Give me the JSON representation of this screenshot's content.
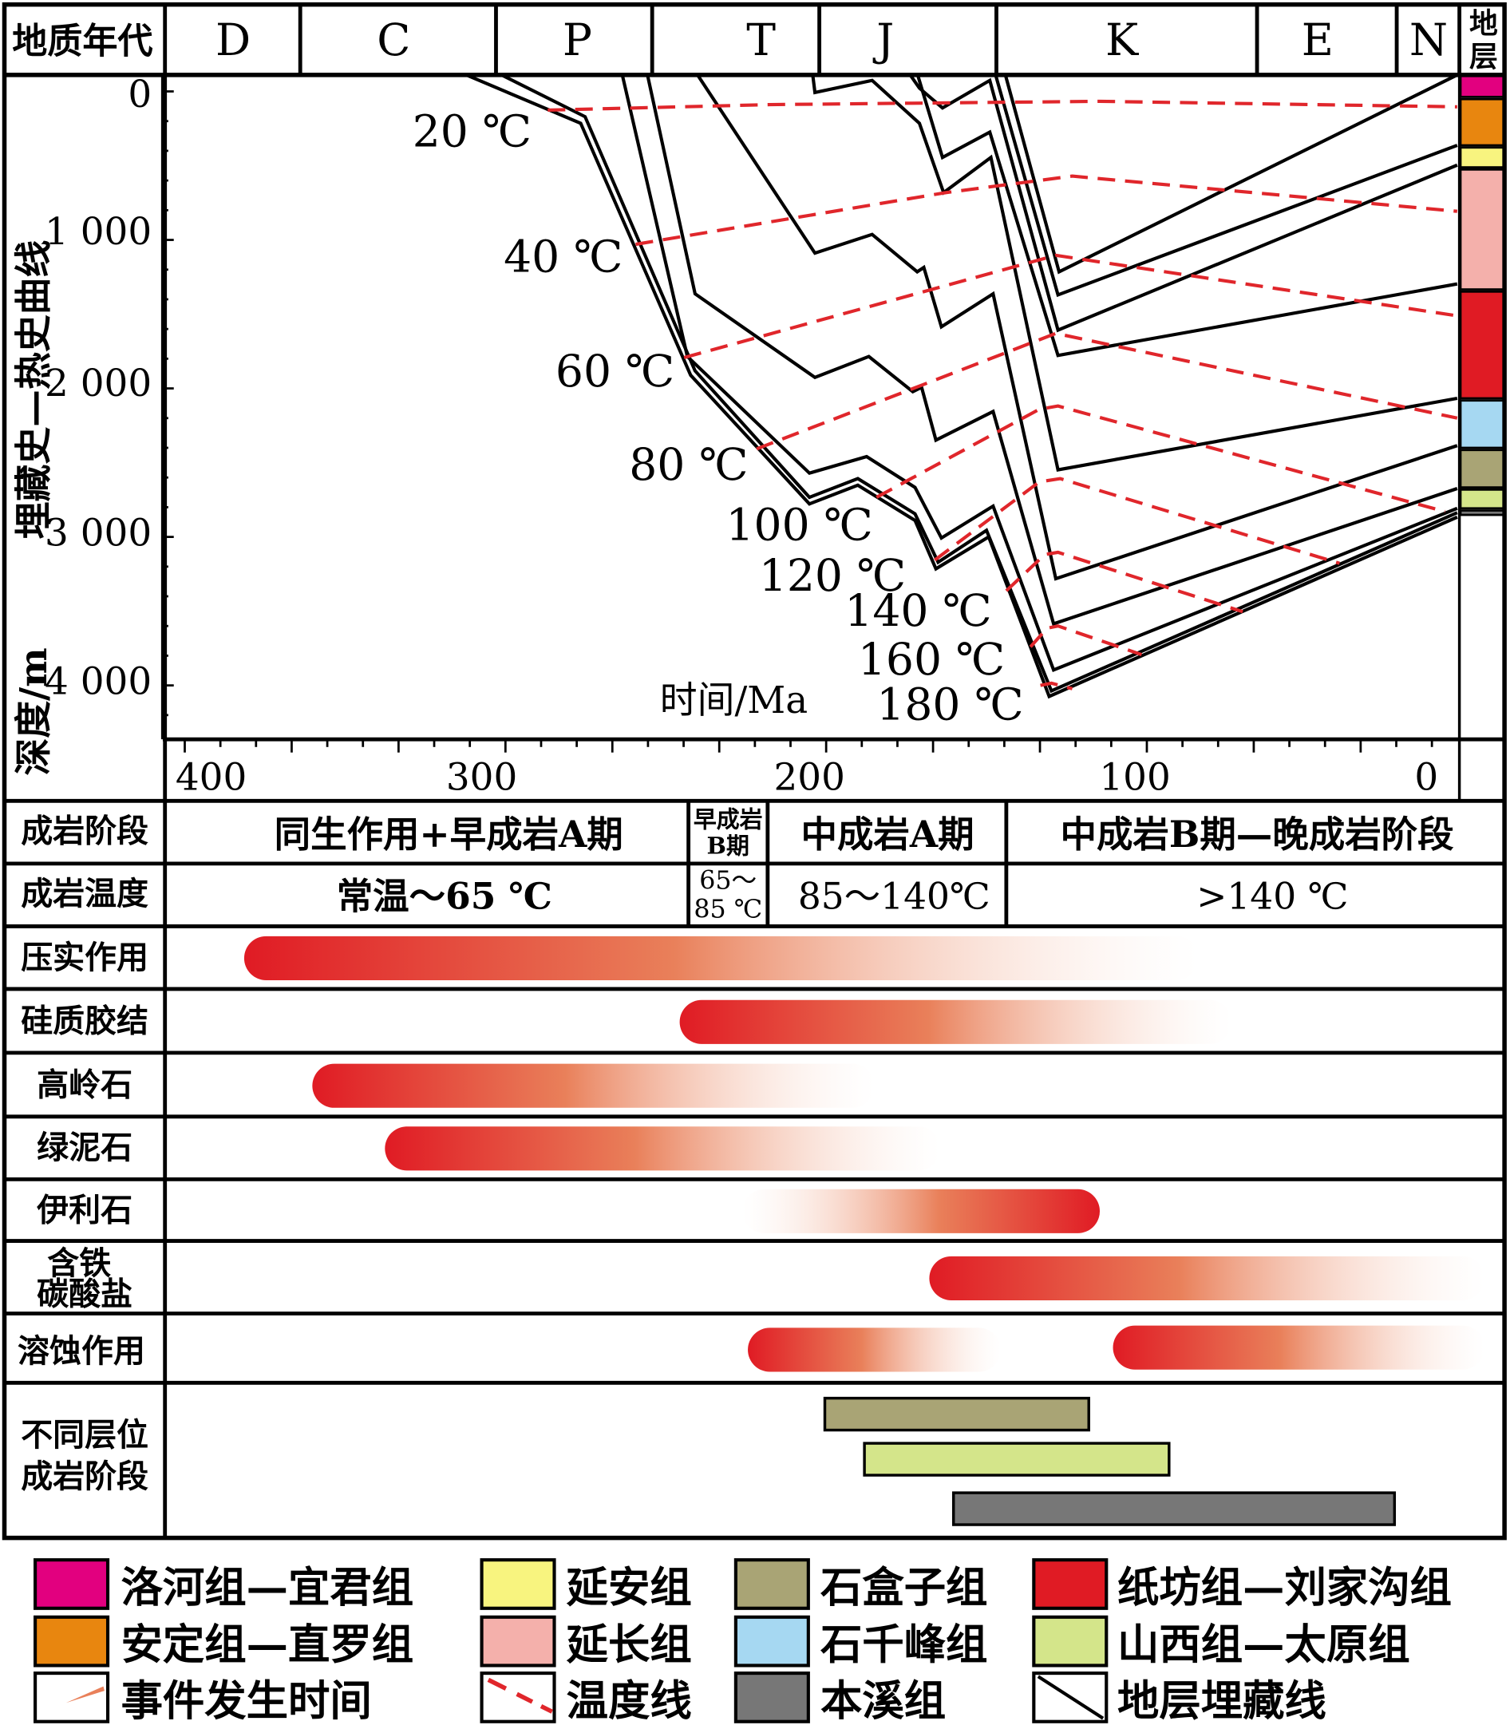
{
  "header": {
    "label": "地质年代",
    "periods": [
      "D",
      "C",
      "P",
      "T",
      "J",
      "K",
      "E",
      "N"
    ],
    "strata_label": [
      "地",
      "层"
    ]
  },
  "y_axis": {
    "title": "埋藏史—热史曲线",
    "unit_title": "深度/m",
    "ticks": [
      "0",
      "1 000",
      "2 000",
      "3 000",
      "4 000"
    ]
  },
  "x_axis": {
    "title": "时间/Ma",
    "ticks": [
      "400",
      "300",
      "200",
      "100",
      "0"
    ]
  },
  "isotherms": [
    "20 ℃",
    "40 ℃",
    "60 ℃",
    "80 ℃",
    "100 ℃",
    "120 ℃",
    "140 ℃",
    "160 ℃",
    "180 ℃"
  ],
  "stages": {
    "label": "成岩阶段",
    "values": [
      "同生作用+早成岩A期",
      [
        "早成岩",
        "B期"
      ],
      "中成岩A期",
      "中成岩B期—晚成岩阶段"
    ]
  },
  "temps": {
    "label": "成岩温度",
    "values": [
      "常温～65 ℃",
      [
        "65～",
        "85 ℃"
      ],
      "85～140℃",
      ">140 ℃"
    ]
  },
  "processes": [
    {
      "label": [
        "压实作用"
      ]
    },
    {
      "label": [
        "硅质胶结"
      ]
    },
    {
      "label": [
        "高岭石"
      ]
    },
    {
      "label": [
        "绿泥石"
      ]
    },
    {
      "label": [
        "伊利石"
      ]
    },
    {
      "label": [
        "含铁",
        "碳酸盐"
      ]
    },
    {
      "label": [
        "溶蚀作用"
      ]
    }
  ],
  "layer_stages_label": [
    "不同层位",
    "成岩阶段"
  ],
  "legend": [
    {
      "label": "洛河组—宜君组",
      "color": "#e2007f"
    },
    {
      "label": "延安组",
      "color": "#f8f47f"
    },
    {
      "label": "石盒子组",
      "color": "#a9a475"
    },
    {
      "label": "纸坊组—刘家沟组",
      "color": "#e01b24"
    },
    {
      "label": "安定组—直罗组",
      "color": "#e8860f"
    },
    {
      "label": "延长组",
      "color": "#f4b0ab"
    },
    {
      "label": "石千峰组",
      "color": "#a6d8f2"
    },
    {
      "label": "山西组—太原组",
      "color": "#d4e58a"
    },
    {
      "label": "事件发生时间",
      "color": "#e0262b"
    },
    {
      "label": "温度线",
      "color": "#e0262b"
    },
    {
      "label": "本溪组",
      "color": "#777777"
    },
    {
      "label": "地层埋藏线",
      "color": "#000000"
    }
  ]
}
